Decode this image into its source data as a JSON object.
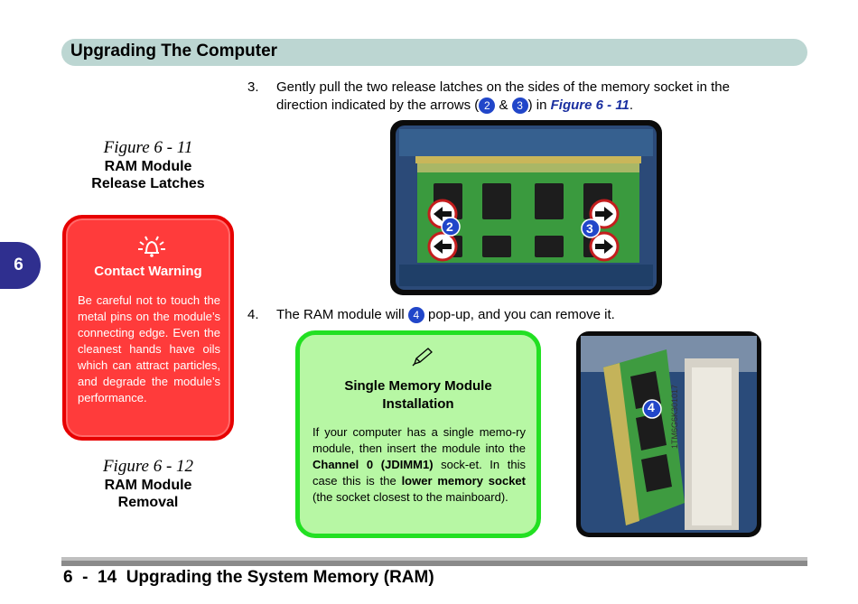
{
  "header": {
    "title": "Upgrading The Computer"
  },
  "chapter_tab": {
    "label": "6"
  },
  "step3": {
    "number": "3.",
    "text_a": "Gently pull the two release latches on the sides of the memory socket in the",
    "text_b_1": "direction indicated by the arrows (",
    "badge_a": "2",
    "amp": " & ",
    "badge_b": "3",
    "text_b_2": ") in ",
    "figure_ref": "Figure 6 - 11",
    "text_b_3": "."
  },
  "step4": {
    "number": "4.",
    "text_1": "The RAM module will ",
    "badge": "4",
    "text_2": " pop-up, and you can remove it."
  },
  "figure1": {
    "number": "Figure 6 - 11",
    "title_line1": "RAM Module",
    "title_line2": "Release Latches"
  },
  "figure2": {
    "number": "Figure 6 - 12",
    "title_line1": "RAM Module",
    "title_line2": "Removal"
  },
  "warning": {
    "icon": "warning-bell-icon",
    "title": "Contact Warning",
    "text": "Be careful not to touch the metal pins on the module’s connecting edge. Even the cleanest hands have oils which can attract particles, and degrade the module’s performance."
  },
  "note": {
    "icon": "pencil-icon",
    "title_line1": "Single Memory Module",
    "title_line2": "Installation",
    "text_1": "If your computer has a single memo-ry module, then insert the module into the ",
    "text_bold_1": "Channel 0 (JDIMM1)",
    "text_2": " sock-et. In this case this is the ",
    "text_bold_2": "lower memory socket",
    "text_3": " (the socket closest to the mainboard)."
  },
  "photo1": {
    "label_left": "2",
    "label_right": "3"
  },
  "photo2": {
    "label": "4",
    "module_text": "1TM6G6K301017"
  },
  "footer": {
    "text": "6  -  14  Upgrading the System Memory (RAM)"
  },
  "colors": {
    "header_bar": "#bcd6d2",
    "tab": "#2f2f8f",
    "warning_bg": "#ff3b3b",
    "note_bg": "#b7f7a4",
    "badge": "#2146c9"
  }
}
